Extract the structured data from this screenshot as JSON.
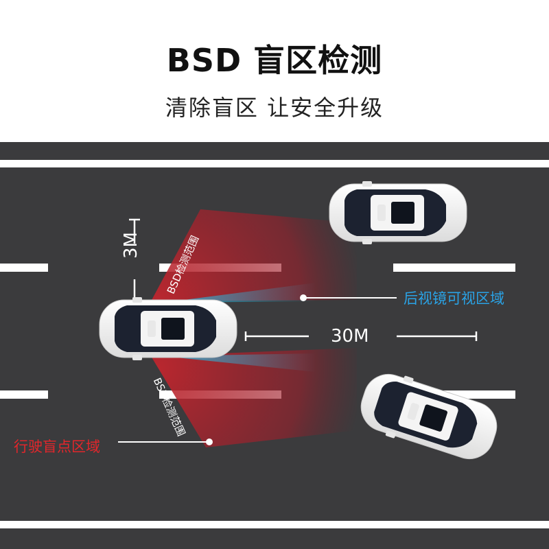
{
  "header": {
    "title": "BSD 盲区检测",
    "subtitle": "清除盲区  让安全升级"
  },
  "diagram": {
    "label_rear_mirror_zone": "后视镜可视区域",
    "label_blind_spot_zone": "行驶盲点区域",
    "label_30m": "30M",
    "label_3m": "3M",
    "label_bsd_range_upper": "BSD检测范围",
    "label_bsd_range_lower": "BSD检测范围"
  },
  "colors": {
    "road": "#3b3b3d",
    "lane_marking": "#ffffff",
    "radar_red": "#b4262e",
    "mirror_blue": "#2ba0c9",
    "blue_label": "#2aa3e6",
    "red_label": "#e3262b",
    "car_body": "#f2f2f2",
    "car_glass": "#1c2230"
  }
}
